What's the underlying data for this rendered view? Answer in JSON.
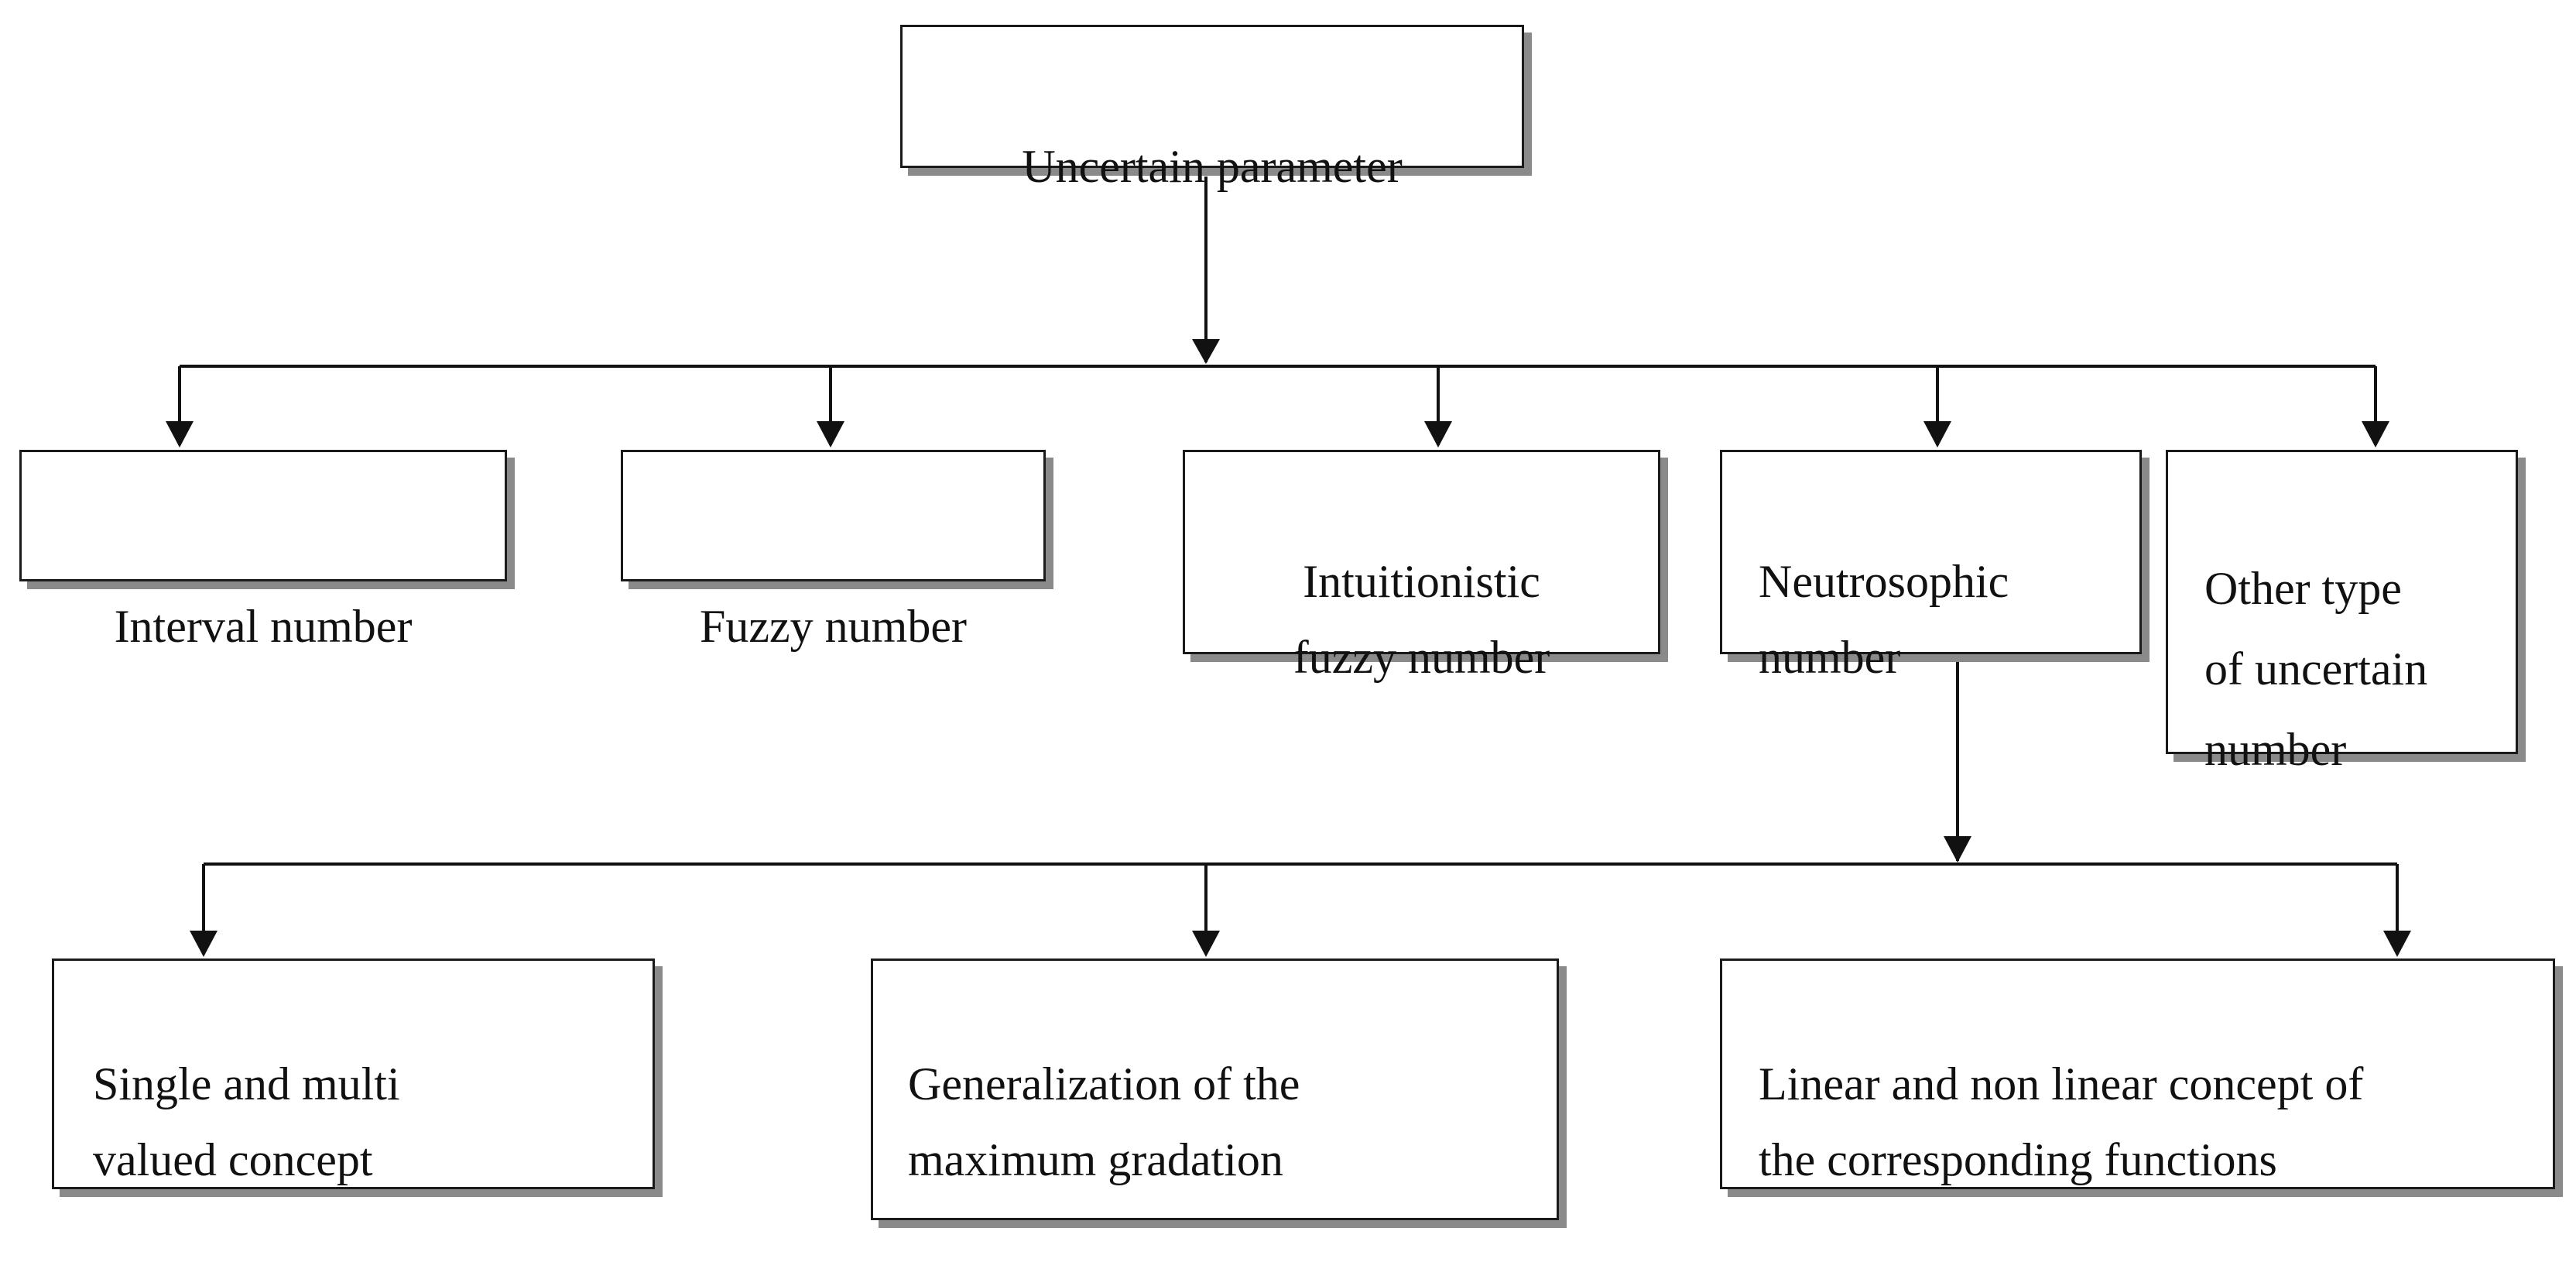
{
  "diagram": {
    "root": {
      "label": "Uncertain parameter"
    },
    "types": [
      {
        "id": "interval",
        "label": "Interval number"
      },
      {
        "id": "fuzzy",
        "label": "Fuzzy number"
      },
      {
        "id": "intuitionistic",
        "label": "Intuitionistic\nfuzzy number"
      },
      {
        "id": "neutrosophic",
        "label": "Neutrosophic\nnumber"
      },
      {
        "id": "other",
        "label": "Other type\nof uncertain\nnumber"
      }
    ],
    "neutrosophic_aspects": [
      {
        "id": "single",
        "label": "Single and multi\nvalued concept"
      },
      {
        "id": "generalization",
        "label": "Generalization of the\nmaximum gradation"
      },
      {
        "id": "linear",
        "label": "Linear and non linear concept of\nthe corresponding functions"
      }
    ]
  }
}
